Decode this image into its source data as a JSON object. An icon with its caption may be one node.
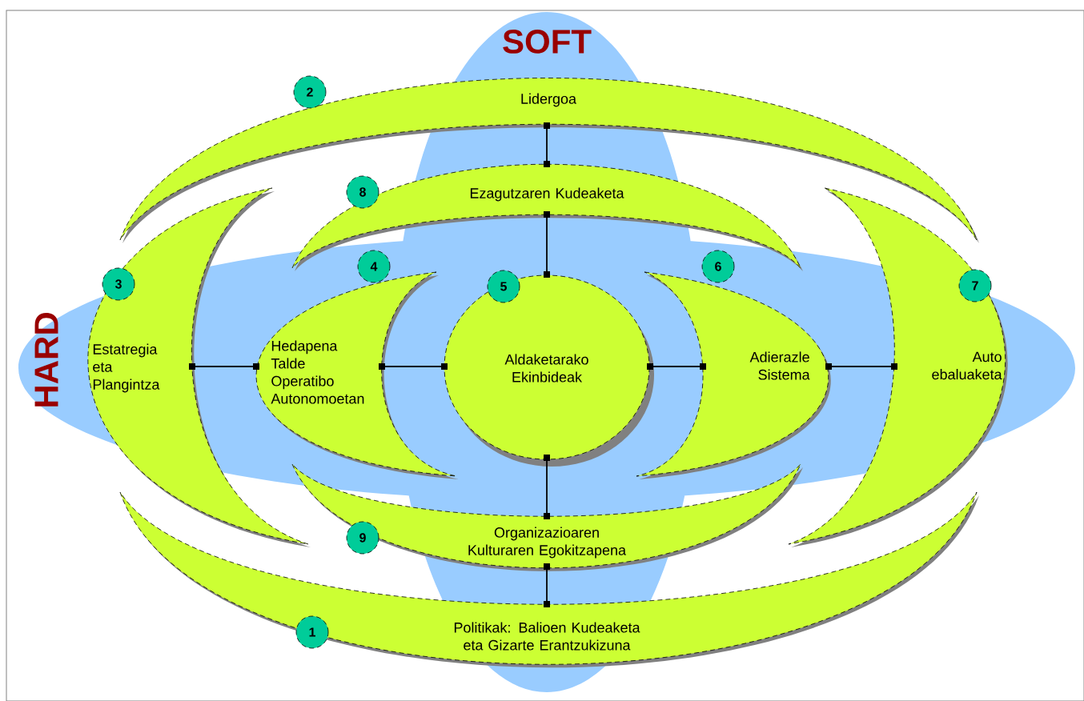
{
  "diagram": {
    "nodes": [
      {
        "text": [
          "2",
          "Lidergoa"
        ]
      },
      {
        "text": [
          "8",
          "Ezagutzaren Kudeaketa"
        ]
      },
      {
        "text": [
          "3",
          "Estatregia eta Plangintza"
        ]
      },
      {
        "text": [
          "4",
          "Hedapena Talde Operatibo Autonomoetan"
        ]
      },
      {
        "text": [
          "5",
          "Aldaketarako Ekinbideak"
        ]
      },
      {
        "text": [
          "6",
          "Adierazle Sistema"
        ]
      },
      {
        "text": [
          "7",
          "Auto ebaluaketa"
        ]
      },
      {
        "text": [
          "9",
          "Organizazioaren Kulturaren Egokitzapena"
        ]
      },
      {
        "text": [
          "1",
          "Politikak: Balioen Kudeaketa eta Gizarte Erantzukizuna"
        ]
      }
    ],
    "edges": [
      {
        "from": 0,
        "to": 1,
        "arrow": "other"
      },
      {
        "from": 1,
        "to": 4,
        "arrow": "other"
      },
      {
        "from": 4,
        "to": 7,
        "arrow": "other"
      },
      {
        "from": 7,
        "to": 8,
        "arrow": "other"
      },
      {
        "from": 2,
        "to": 3,
        "arrow": "other"
      },
      {
        "from": 3,
        "to": 4,
        "arrow": "other"
      },
      {
        "from": 4,
        "to": 5,
        "arrow": "other"
      },
      {
        "from": 5,
        "to": 6,
        "arrow": "other"
      }
    ],
    "labels": [
      "SOFT",
      "HARD"
    ]
  }
}
